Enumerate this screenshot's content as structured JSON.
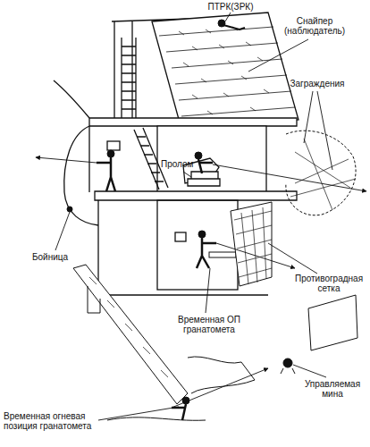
{
  "diagram": {
    "labels": [
      "ПТРК(ЗРК)",
      "Снайпер (наблюдатель)",
      "Заграждения",
      "Пролом",
      "Бойница",
      "Противоградная сетка",
      "Временная ОП гранатомета",
      "Управляемая мина",
      "Временная огневая позиция гранатомета"
    ]
  }
}
